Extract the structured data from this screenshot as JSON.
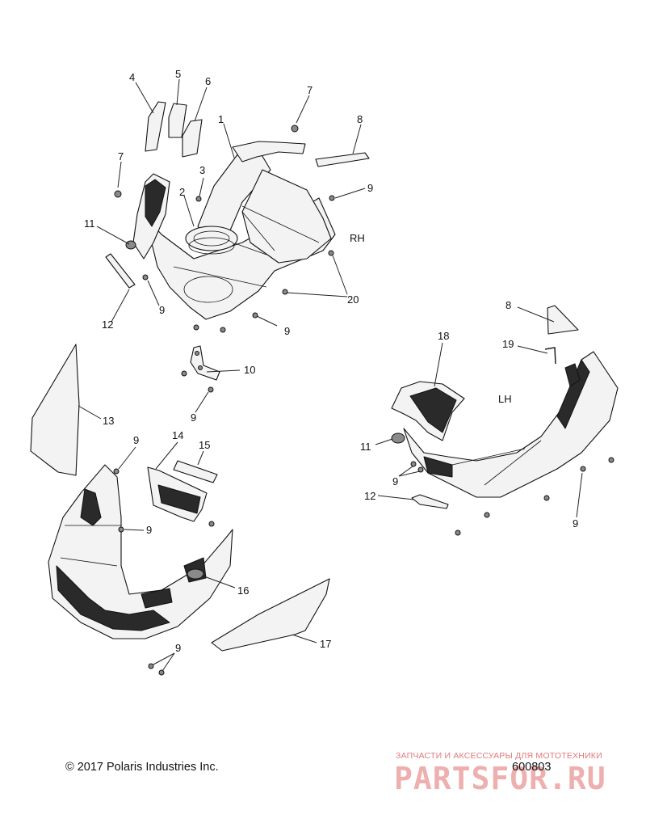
{
  "labels": {
    "l1": "1",
    "l2": "2",
    "l3": "3",
    "l4": "4",
    "l5": "5",
    "l6": "6",
    "l7a": "7",
    "l7b": "7",
    "l8a": "8",
    "l8b": "8",
    "l9a": "9",
    "l9b": "9",
    "l9c": "9",
    "l9d": "9",
    "l9e": "9",
    "l9f": "9",
    "l9g": "9",
    "l9h": "9",
    "l9i": "9",
    "l10": "10",
    "l11a": "11",
    "l11b": "11",
    "l12a": "12",
    "l12b": "12",
    "l13": "13",
    "l14": "14",
    "l15": "15",
    "l16": "16",
    "l17": "17",
    "l18": "18",
    "l19": "19",
    "l20": "20"
  },
  "sides": {
    "right": "RH",
    "left": "LH"
  },
  "footer": {
    "copyright": "© 2017 Polaris Industries Inc.",
    "diagram_number": "600803"
  },
  "watermark": {
    "subtitle": "ЗАПЧАСТИ И АКСЕССУАРЫ ДЛЯ МОТОТЕХНИКИ",
    "brand": "PARTSFOR.RU"
  },
  "colors": {
    "line": "#222222",
    "part_fill": "#f3f3f3",
    "dark_fill": "#2a2a2a",
    "watermark": "#e07a7a"
  }
}
